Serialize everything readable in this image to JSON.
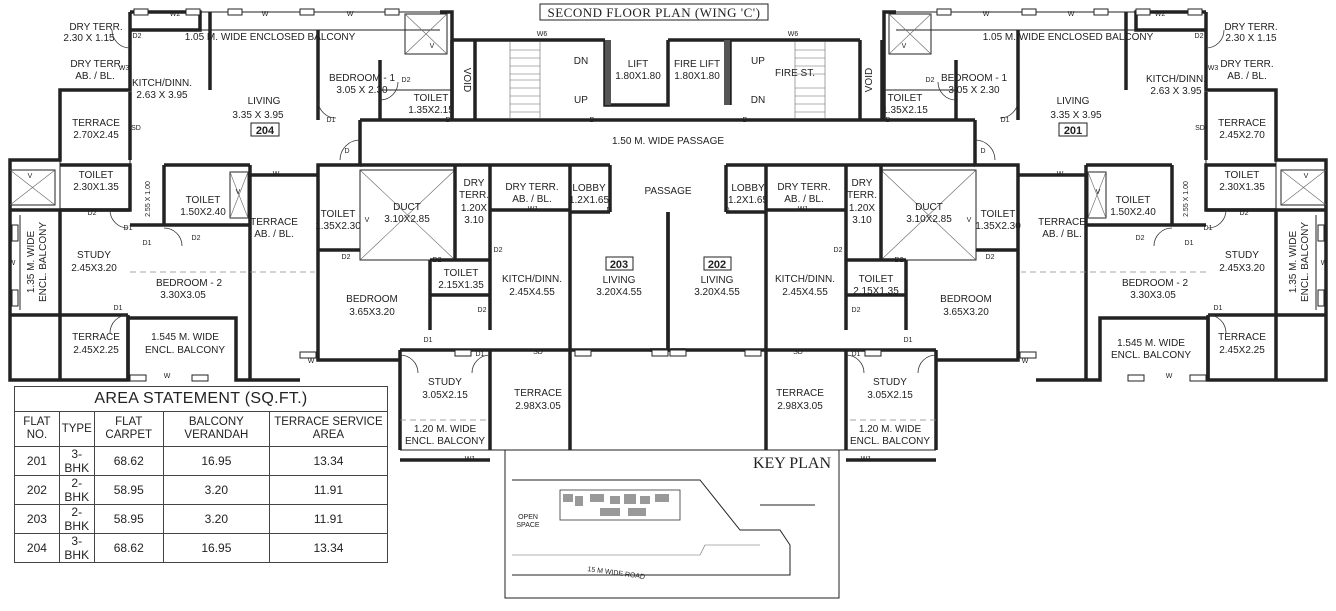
{
  "plan_title": "SECOND FLOOR PLAN (WING 'C')",
  "flats": [
    "201",
    "202",
    "203",
    "204"
  ],
  "core": {
    "lift": [
      "LIFT",
      "1.80X1.80"
    ],
    "fire_lift": [
      "FIRE LIFT",
      "1.80X1.80"
    ],
    "fire_st": "FIRE ST.",
    "passage_wide": "1.50 M. WIDE PASSAGE",
    "passage": "PASSAGE",
    "void": "VOID",
    "up": "UP",
    "dn": "DN"
  },
  "rooms": {
    "dry_terr_top": [
      "DRY TERR.",
      "2.30 X 1.15"
    ],
    "dry_terr_ab": [
      "DRY TERR.",
      "AB. / BL."
    ],
    "enclosed_balcony": "1.05 M. WIDE ENCLOSED BALCONY",
    "kitch_top": [
      "KITCH/DINN.",
      "2.63 X 3.95"
    ],
    "bedroom1": [
      "BEDROOM - 1",
      "3.05 X 2.30"
    ],
    "toilet_bed1": [
      "TOILET",
      "1.35X2.15"
    ],
    "living_big": [
      "LIVING",
      "3.35 X 3.95"
    ],
    "terrace_204": [
      "TERRACE",
      "2.70X2.45"
    ],
    "terrace_201": [
      "TERRACE",
      "2.45X2.70"
    ],
    "toilet_230": [
      "TOILET",
      "2.30X1.35"
    ],
    "toilet_150": [
      "TOILET",
      "1.50X2.40"
    ],
    "terrace_abbl": [
      "TERRACE",
      "AB. / BL."
    ],
    "encl_balcony_135": [
      "1.35 M. WIDE",
      "ENCL. BALCONY"
    ],
    "study_big": [
      "STUDY",
      "2.45X3.20"
    ],
    "bedroom2": [
      "BEDROOM - 2",
      "3.30X3.05"
    ],
    "terrace_225": [
      "TERRACE",
      "2.45X2.25"
    ],
    "encl_balcony_1545": [
      "1.545 M. WIDE",
      "ENCL. BALCONY"
    ],
    "toilet_mid": [
      "TOILET",
      "1.35X2.30"
    ],
    "duct": [
      "DUCT",
      "3.10X2.85"
    ],
    "dry_terr_mid": [
      "DRY",
      "TERR.",
      "1.20X",
      "3.10"
    ],
    "dry_terr_abbl": [
      "DRY TERR.",
      "AB. / BL."
    ],
    "lobby": [
      "LOBBY",
      "1.2X1.65"
    ],
    "toilet_small": [
      "TOILET",
      "2.15X1.35"
    ],
    "kitch_mid": [
      "KITCH/DINN.",
      "2.45X4.55"
    ],
    "living_mid": [
      "LIVING",
      "3.20X4.55"
    ],
    "bedroom_mid": [
      "BEDROOM",
      "3.65X3.20"
    ],
    "study_mid": [
      "STUDY",
      "3.05X2.15"
    ],
    "terrace_mid": [
      "TERRACE",
      "2.98X3.05"
    ],
    "encl_balcony_120": [
      "1.20 M. WIDE",
      "ENCL. BALCONY"
    ]
  },
  "marks": {
    "w": "W",
    "w1": "W1",
    "w2": "W2",
    "w3": "W3",
    "w6": "W6",
    "d": "D",
    "d1": "D1",
    "d2": "D2",
    "v": "V",
    "sd": "SD",
    "dim_255": "2.55 X 1.00"
  },
  "area_statement": {
    "title": "AREA STATEMENT (SQ.FT.)",
    "headers": [
      "FLAT NO.",
      "TYPE",
      "FLAT CARPET",
      "BALCONY VERANDAH",
      "TERRACE SERVICE AREA"
    ],
    "rows": [
      [
        "201",
        "3-BHK",
        "68.62",
        "16.95",
        "13.34"
      ],
      [
        "202",
        "2-BHK",
        "58.95",
        "3.20",
        "11.91"
      ],
      [
        "203",
        "2-BHK",
        "58.95",
        "3.20",
        "11.91"
      ],
      [
        "204",
        "3-BHK",
        "68.62",
        "16.95",
        "13.34"
      ]
    ]
  },
  "key_plan": {
    "title": "KEY PLAN",
    "open_space": [
      "OPEN",
      "SPACE"
    ],
    "road": "15 M WIDE ROAD"
  }
}
